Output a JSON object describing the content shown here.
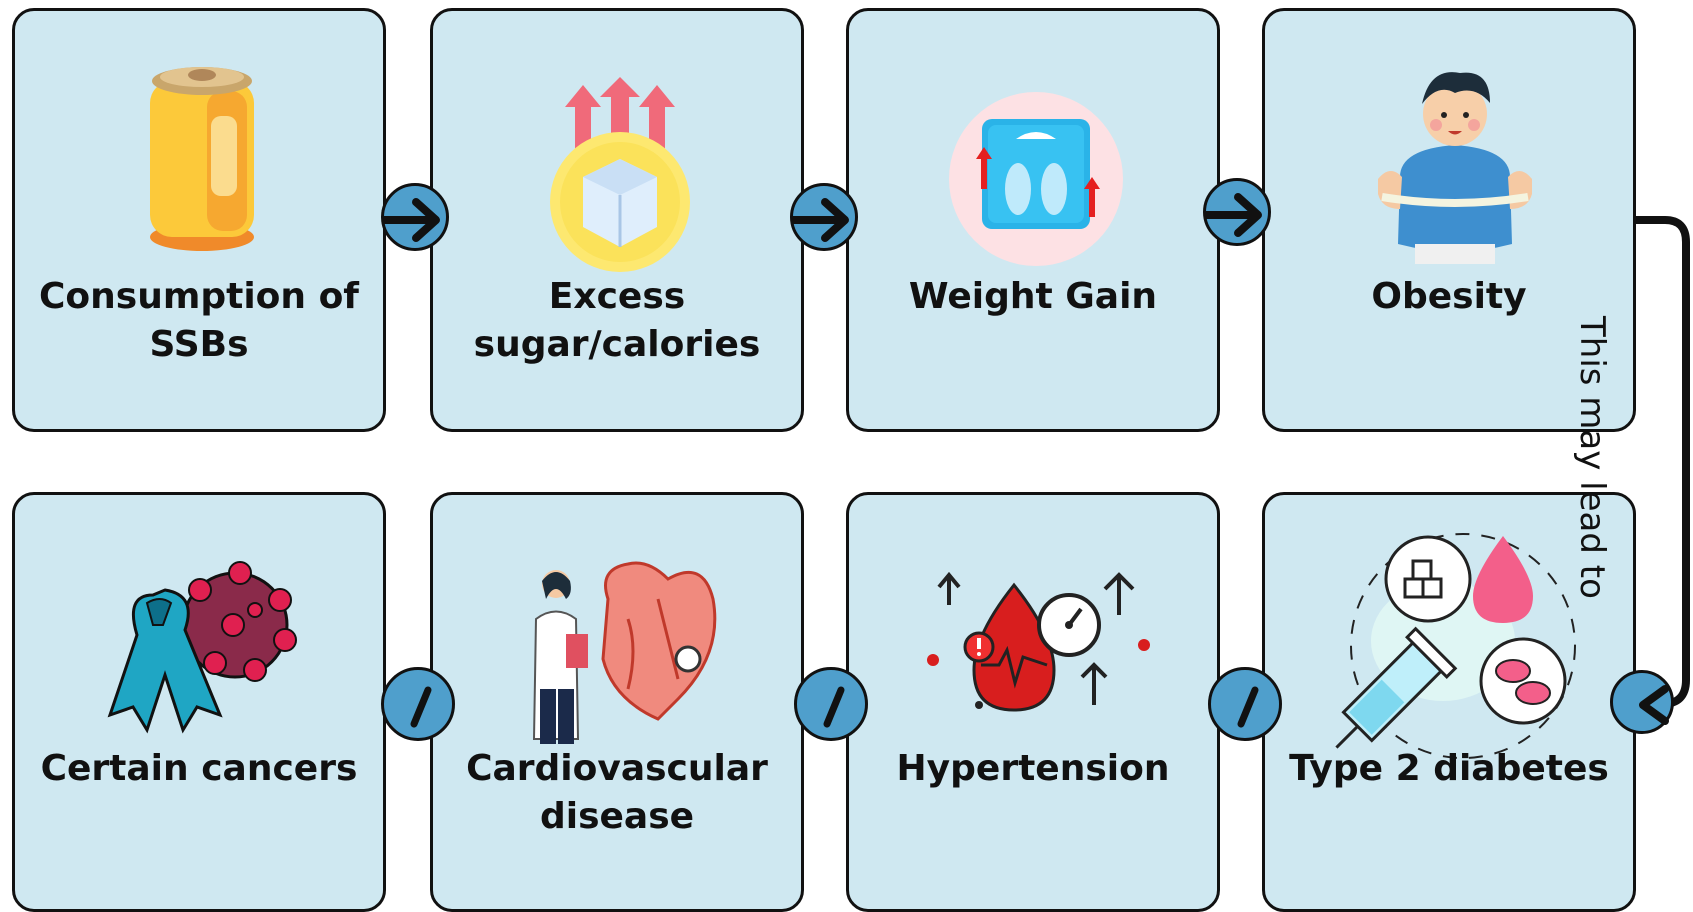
{
  "colors": {
    "card_fill": "#cfe8f1",
    "connector_fill": "#4f9fcc",
    "outline": "#111111"
  },
  "top_row": [
    {
      "label": "Consumption of\nSSBs",
      "icon": "soda-can-icon"
    },
    {
      "label": "Excess\nsugar/calories",
      "icon": "sugar-cube-arrows-icon"
    },
    {
      "label": "Weight Gain",
      "icon": "weighing-scale-icon"
    },
    {
      "label": "Obesity",
      "icon": "overweight-person-icon"
    }
  ],
  "bottom_row": [
    {
      "label": "Certain cancers",
      "icon": "cancer-ribbon-cell-icon"
    },
    {
      "label": "Cardiovascular\ndisease",
      "icon": "doctor-heart-icon"
    },
    {
      "label": "Hypertension",
      "icon": "blood-pressure-icon"
    },
    {
      "label": "Type 2 diabetes",
      "icon": "diabetes-syringe-icon"
    }
  ],
  "connector_text": "This may lead to",
  "top_connectors": [
    "arrow-right-icon",
    "arrow-right-icon",
    "arrow-right-icon"
  ],
  "bottom_connectors": [
    "slash-icon",
    "slash-icon",
    "slash-icon"
  ]
}
